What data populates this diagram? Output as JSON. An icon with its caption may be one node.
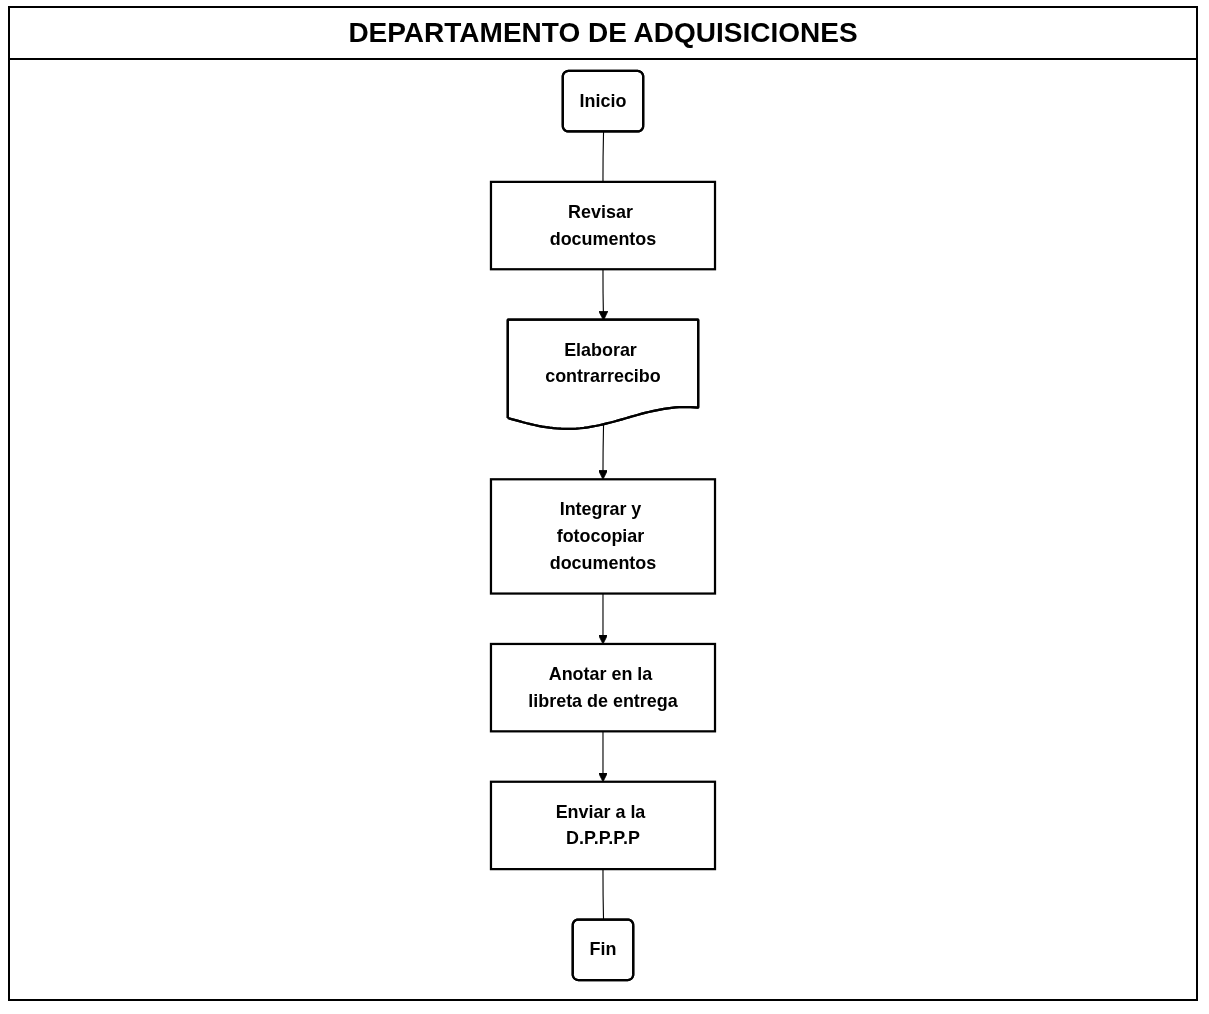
{
  "diagram": {
    "title": "DEPARTAMENTO DE ADQUISICIONES",
    "nodes": [
      {
        "text": [
          "Inicio"
        ]
      },
      {
        "text": [
          "Revisar documentos"
        ]
      },
      {
        "text": [
          "Elaborar contrarrecibo"
        ]
      },
      {
        "text": [
          "Integrar y fotocopiar documentos"
        ]
      },
      {
        "text": [
          "Anotar en la libreta de entrega"
        ]
      },
      {
        "text": [
          "Enviar a la D.P.P.P.P"
        ]
      },
      {
        "text": [
          "Fin"
        ]
      }
    ],
    "edges": [
      {
        "from": 0,
        "to": 1,
        "arrow": "none"
      },
      {
        "from": 1,
        "to": 2,
        "arrow": "to"
      },
      {
        "from": 2,
        "to": 3,
        "arrow": "to"
      },
      {
        "from": 3,
        "to": 4,
        "arrow": "to"
      },
      {
        "from": 4,
        "to": 5,
        "arrow": "to"
      },
      {
        "from": 5,
        "to": 6,
        "arrow": "none"
      }
    ]
  }
}
